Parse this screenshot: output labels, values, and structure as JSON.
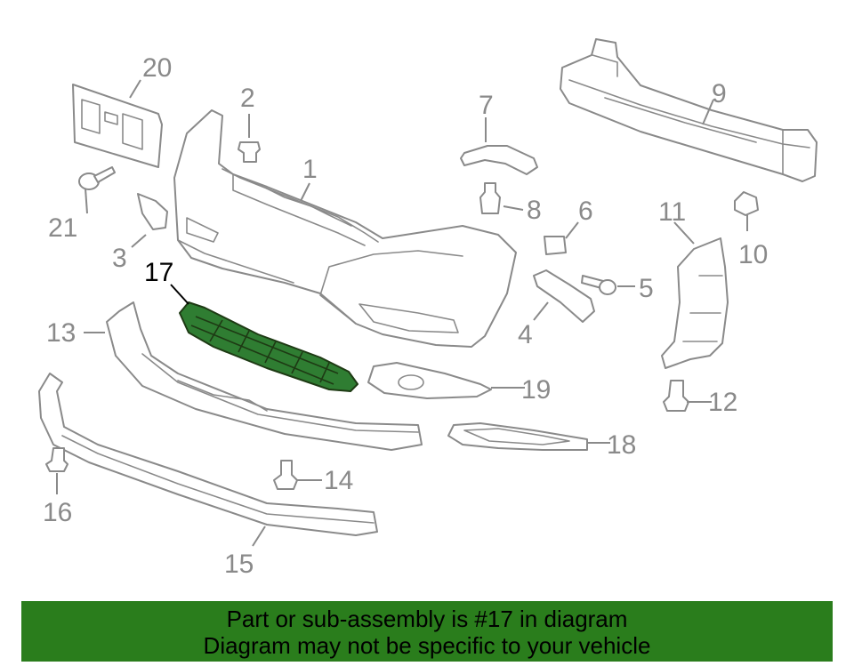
{
  "callouts": [
    {
      "number": "1",
      "highlighted": false
    },
    {
      "number": "2",
      "highlighted": false
    },
    {
      "number": "3",
      "highlighted": false
    },
    {
      "number": "4",
      "highlighted": false
    },
    {
      "number": "5",
      "highlighted": false
    },
    {
      "number": "6",
      "highlighted": false
    },
    {
      "number": "7",
      "highlighted": false
    },
    {
      "number": "8",
      "highlighted": false
    },
    {
      "number": "9",
      "highlighted": false
    },
    {
      "number": "10",
      "highlighted": false
    },
    {
      "number": "11",
      "highlighted": false
    },
    {
      "number": "12",
      "highlighted": false
    },
    {
      "number": "13",
      "highlighted": false
    },
    {
      "number": "14",
      "highlighted": false
    },
    {
      "number": "15",
      "highlighted": false
    },
    {
      "number": "16",
      "highlighted": false
    },
    {
      "number": "17",
      "highlighted": true
    },
    {
      "number": "18",
      "highlighted": false
    },
    {
      "number": "19",
      "highlighted": false
    },
    {
      "number": "20",
      "highlighted": false
    },
    {
      "number": "21",
      "highlighted": false
    }
  ],
  "colors": {
    "line": "#8a8a8a",
    "highlight_part": "#2f7d32",
    "banner_background": "#2a7d1c",
    "banner_text": "#000000"
  },
  "banner": {
    "line1": "Part or sub-assembly is #17 in diagram",
    "line2": "Diagram may not be specific to your vehicle"
  }
}
